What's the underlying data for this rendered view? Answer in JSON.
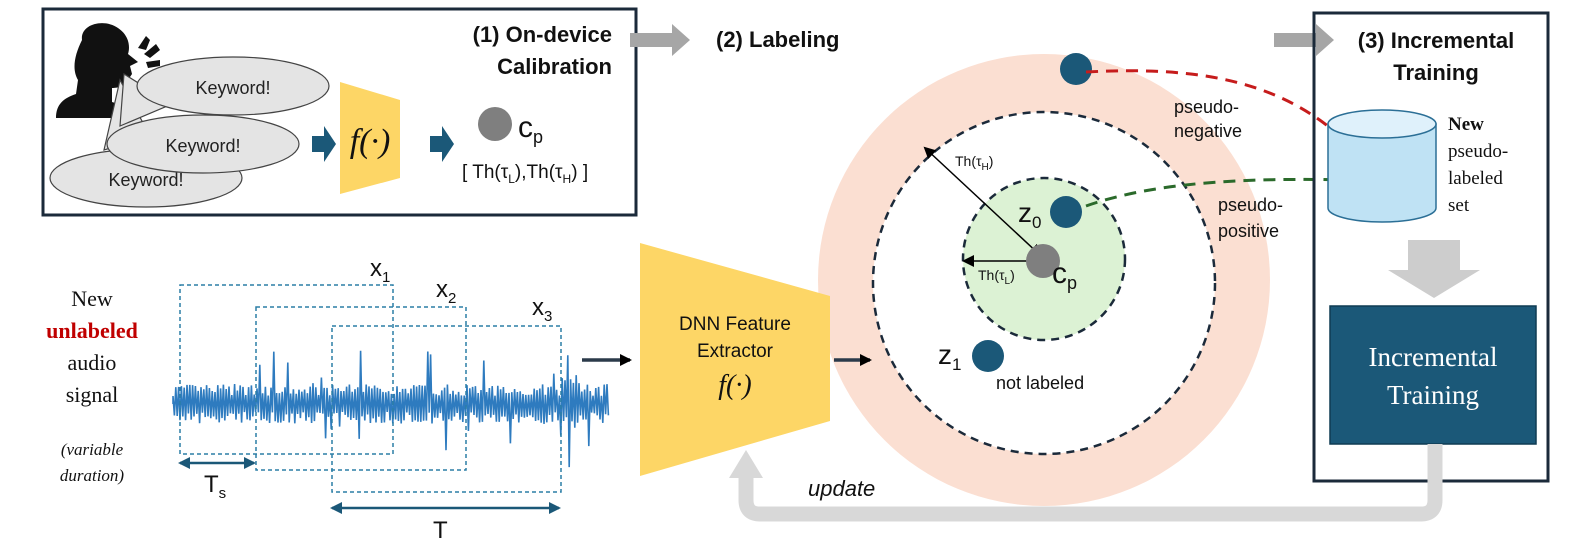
{
  "panel1": {
    "title_line1": "(1) On-device",
    "title_line2": "Calibration",
    "keywords": [
      "Keyword!",
      "Keyword!",
      "Keyword!"
    ],
    "func": "f(·)",
    "centroid": "c",
    "centroid_sub": "p",
    "th_open": "[ Th(τ",
    "th_sub_low": "L",
    "th_mid": "),Th(τ",
    "th_sub_high": "H",
    "th_close": ") ]"
  },
  "panel2": {
    "title": "(2) Labeling",
    "pseudo_negative_line1": "pseudo-",
    "pseudo_negative_line2": "negative",
    "pseudo_positive_line1": "pseudo-",
    "pseudo_positive_line2": "positive",
    "th_high": "Th(τ",
    "th_high_sub": "H",
    "th_low": "Th(τ",
    "th_low_sub": "L",
    "z0": "z",
    "z0_sub": "0",
    "z1": "z",
    "z1_sub": "1",
    "cp": "c",
    "cp_sub": "p",
    "not_labeled": "not labeled"
  },
  "panel3": {
    "title_line1": "(3) Incremental",
    "title_line2": "Training",
    "set_bold": "New",
    "set_line2": "pseudo-",
    "set_line3": "labeled",
    "set_line4": "set",
    "block_line1": "Incremental",
    "block_line2": "Training"
  },
  "signal": {
    "line1": "New",
    "line2": "unlabeled",
    "line3": "audio",
    "line4": "signal",
    "note_line1": "(variable",
    "note_line2": "duration)",
    "x1": "x",
    "x1_sub": "1",
    "x2": "x",
    "x2_sub": "2",
    "x3": "x",
    "x3_sub": "3",
    "ts": "T",
    "ts_sub": "s",
    "t": "T"
  },
  "extractor": {
    "line1": "DNN Feature",
    "line2": "Extractor",
    "func": "f(·)"
  },
  "feedback": {
    "label": "update"
  },
  "colors": {
    "teal": "#1b5878",
    "yellow": "#fdd666",
    "peach": "#fbdfd2",
    "green_zone": "#dcf2d4",
    "wave": "#2e7bbf",
    "red_arrow": "#c61c1c",
    "green_arrow": "#2b6a2b",
    "grey_arrow": "#a6a6a6",
    "cylinder": "#bfe2f4",
    "unlabeled_red": "#c00000"
  }
}
